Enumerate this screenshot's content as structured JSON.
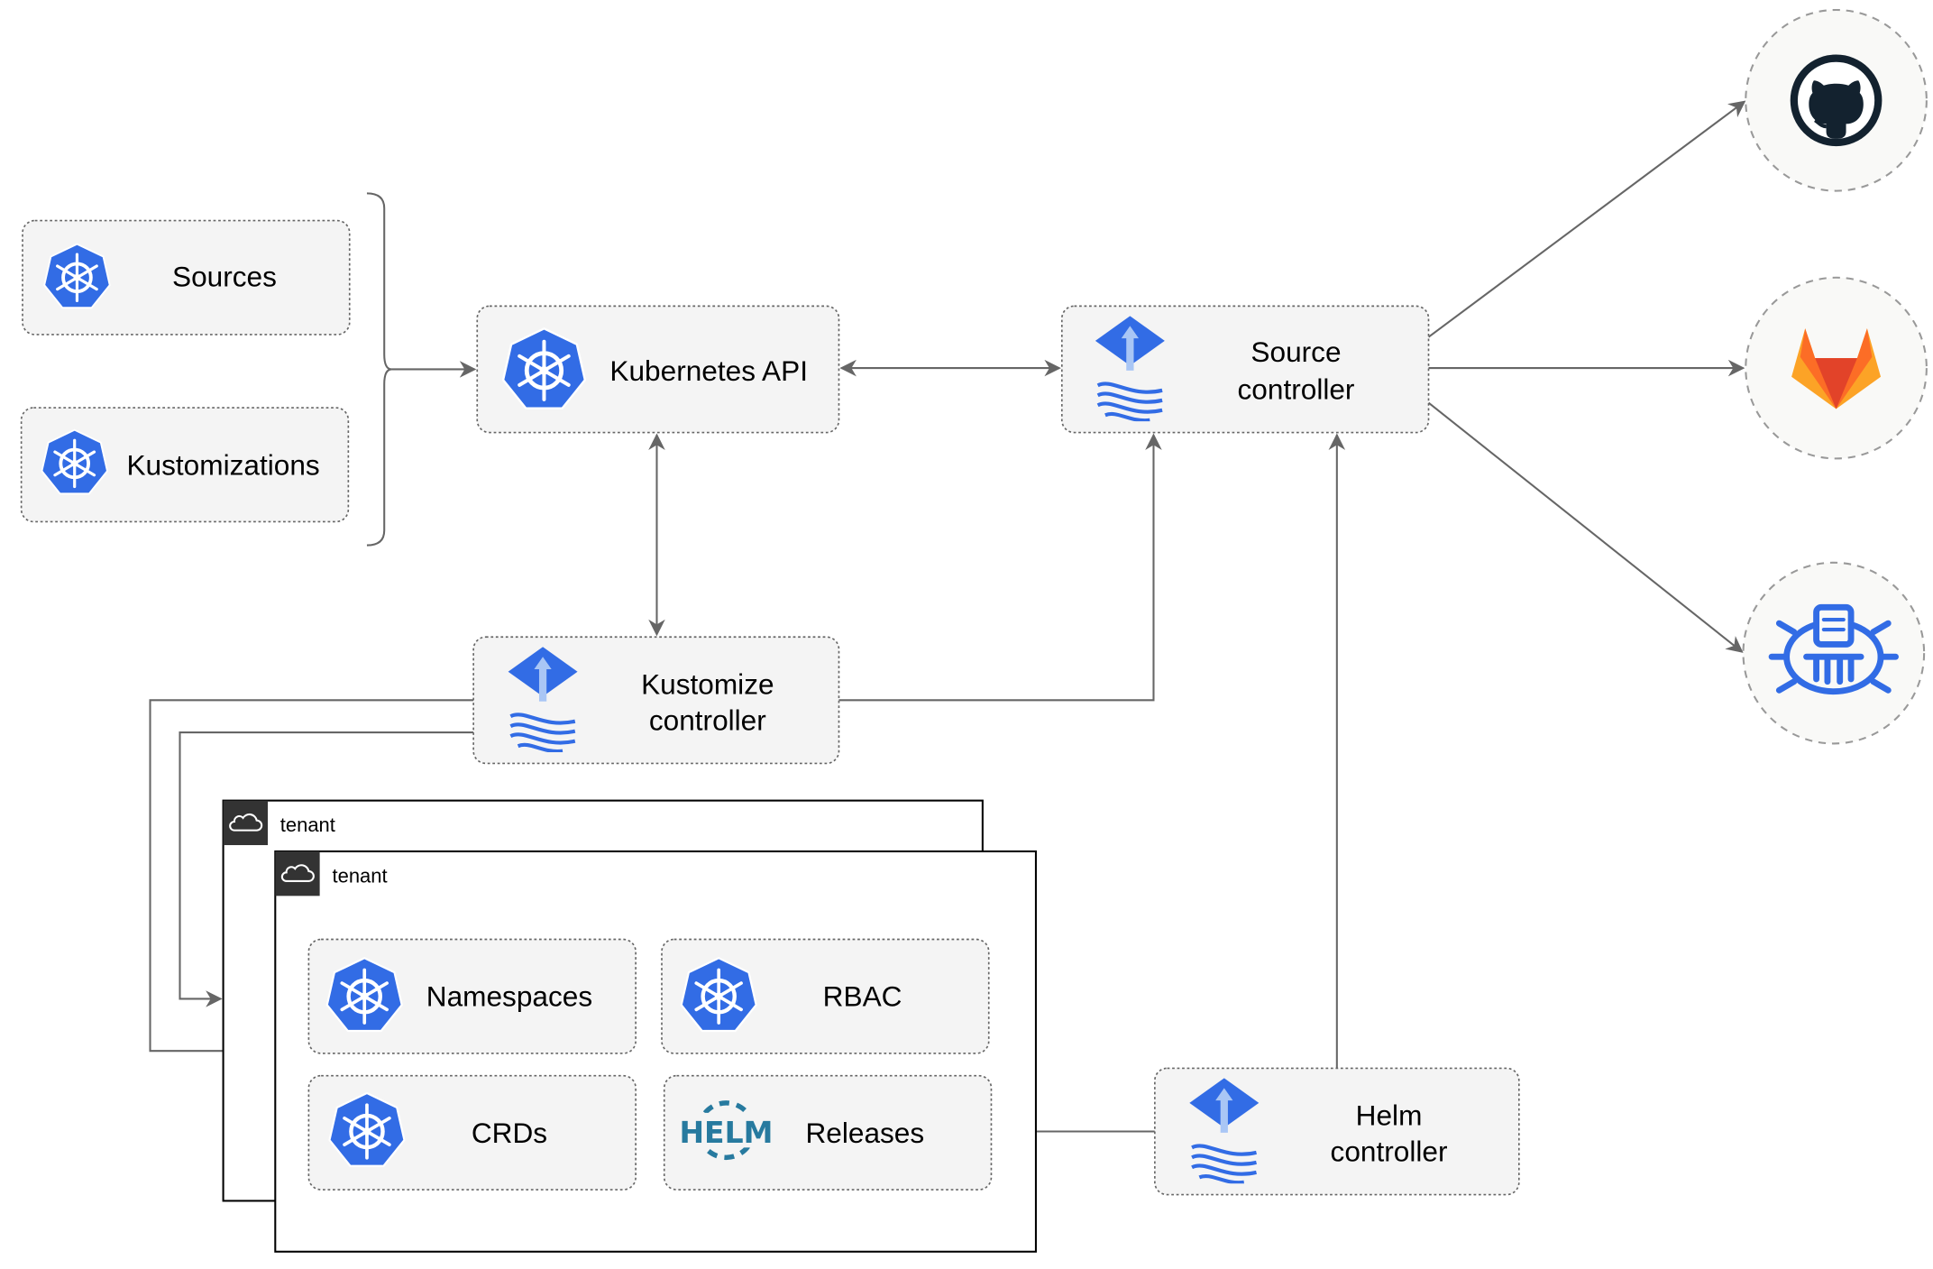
{
  "nodes": {
    "sources": "Sources",
    "kustomizations": "Kustomizations",
    "kubernetes_api": "Kubernetes API",
    "source_controller": [
      "Source",
      "controller"
    ],
    "kustomize_controller": [
      "Kustomize",
      "controller"
    ],
    "helm_controller": [
      "Helm",
      "controller"
    ],
    "namespaces": "Namespaces",
    "rbac": "RBAC",
    "crds": "CRDs",
    "releases": "Releases"
  },
  "tenants": [
    {
      "label": "tenant"
    },
    {
      "label": "tenant"
    }
  ],
  "icons": {
    "kubernetes": "kubernetes-logo-icon",
    "flux": "flux-logo-icon",
    "helm": {
      "name": "helm-logo-icon",
      "text": "HELM"
    },
    "github": "github-logo-icon",
    "gitlab": "gitlab-logo-icon",
    "bucket": "bucket-storage-icon",
    "cloud": "cloud-icon"
  },
  "colors": {
    "k8s_blue": "#326ce5",
    "edge": "#666666",
    "gitlab_orange": "#e24329",
    "github_dark": "#13222f",
    "helm_blue": "#277a9f"
  }
}
